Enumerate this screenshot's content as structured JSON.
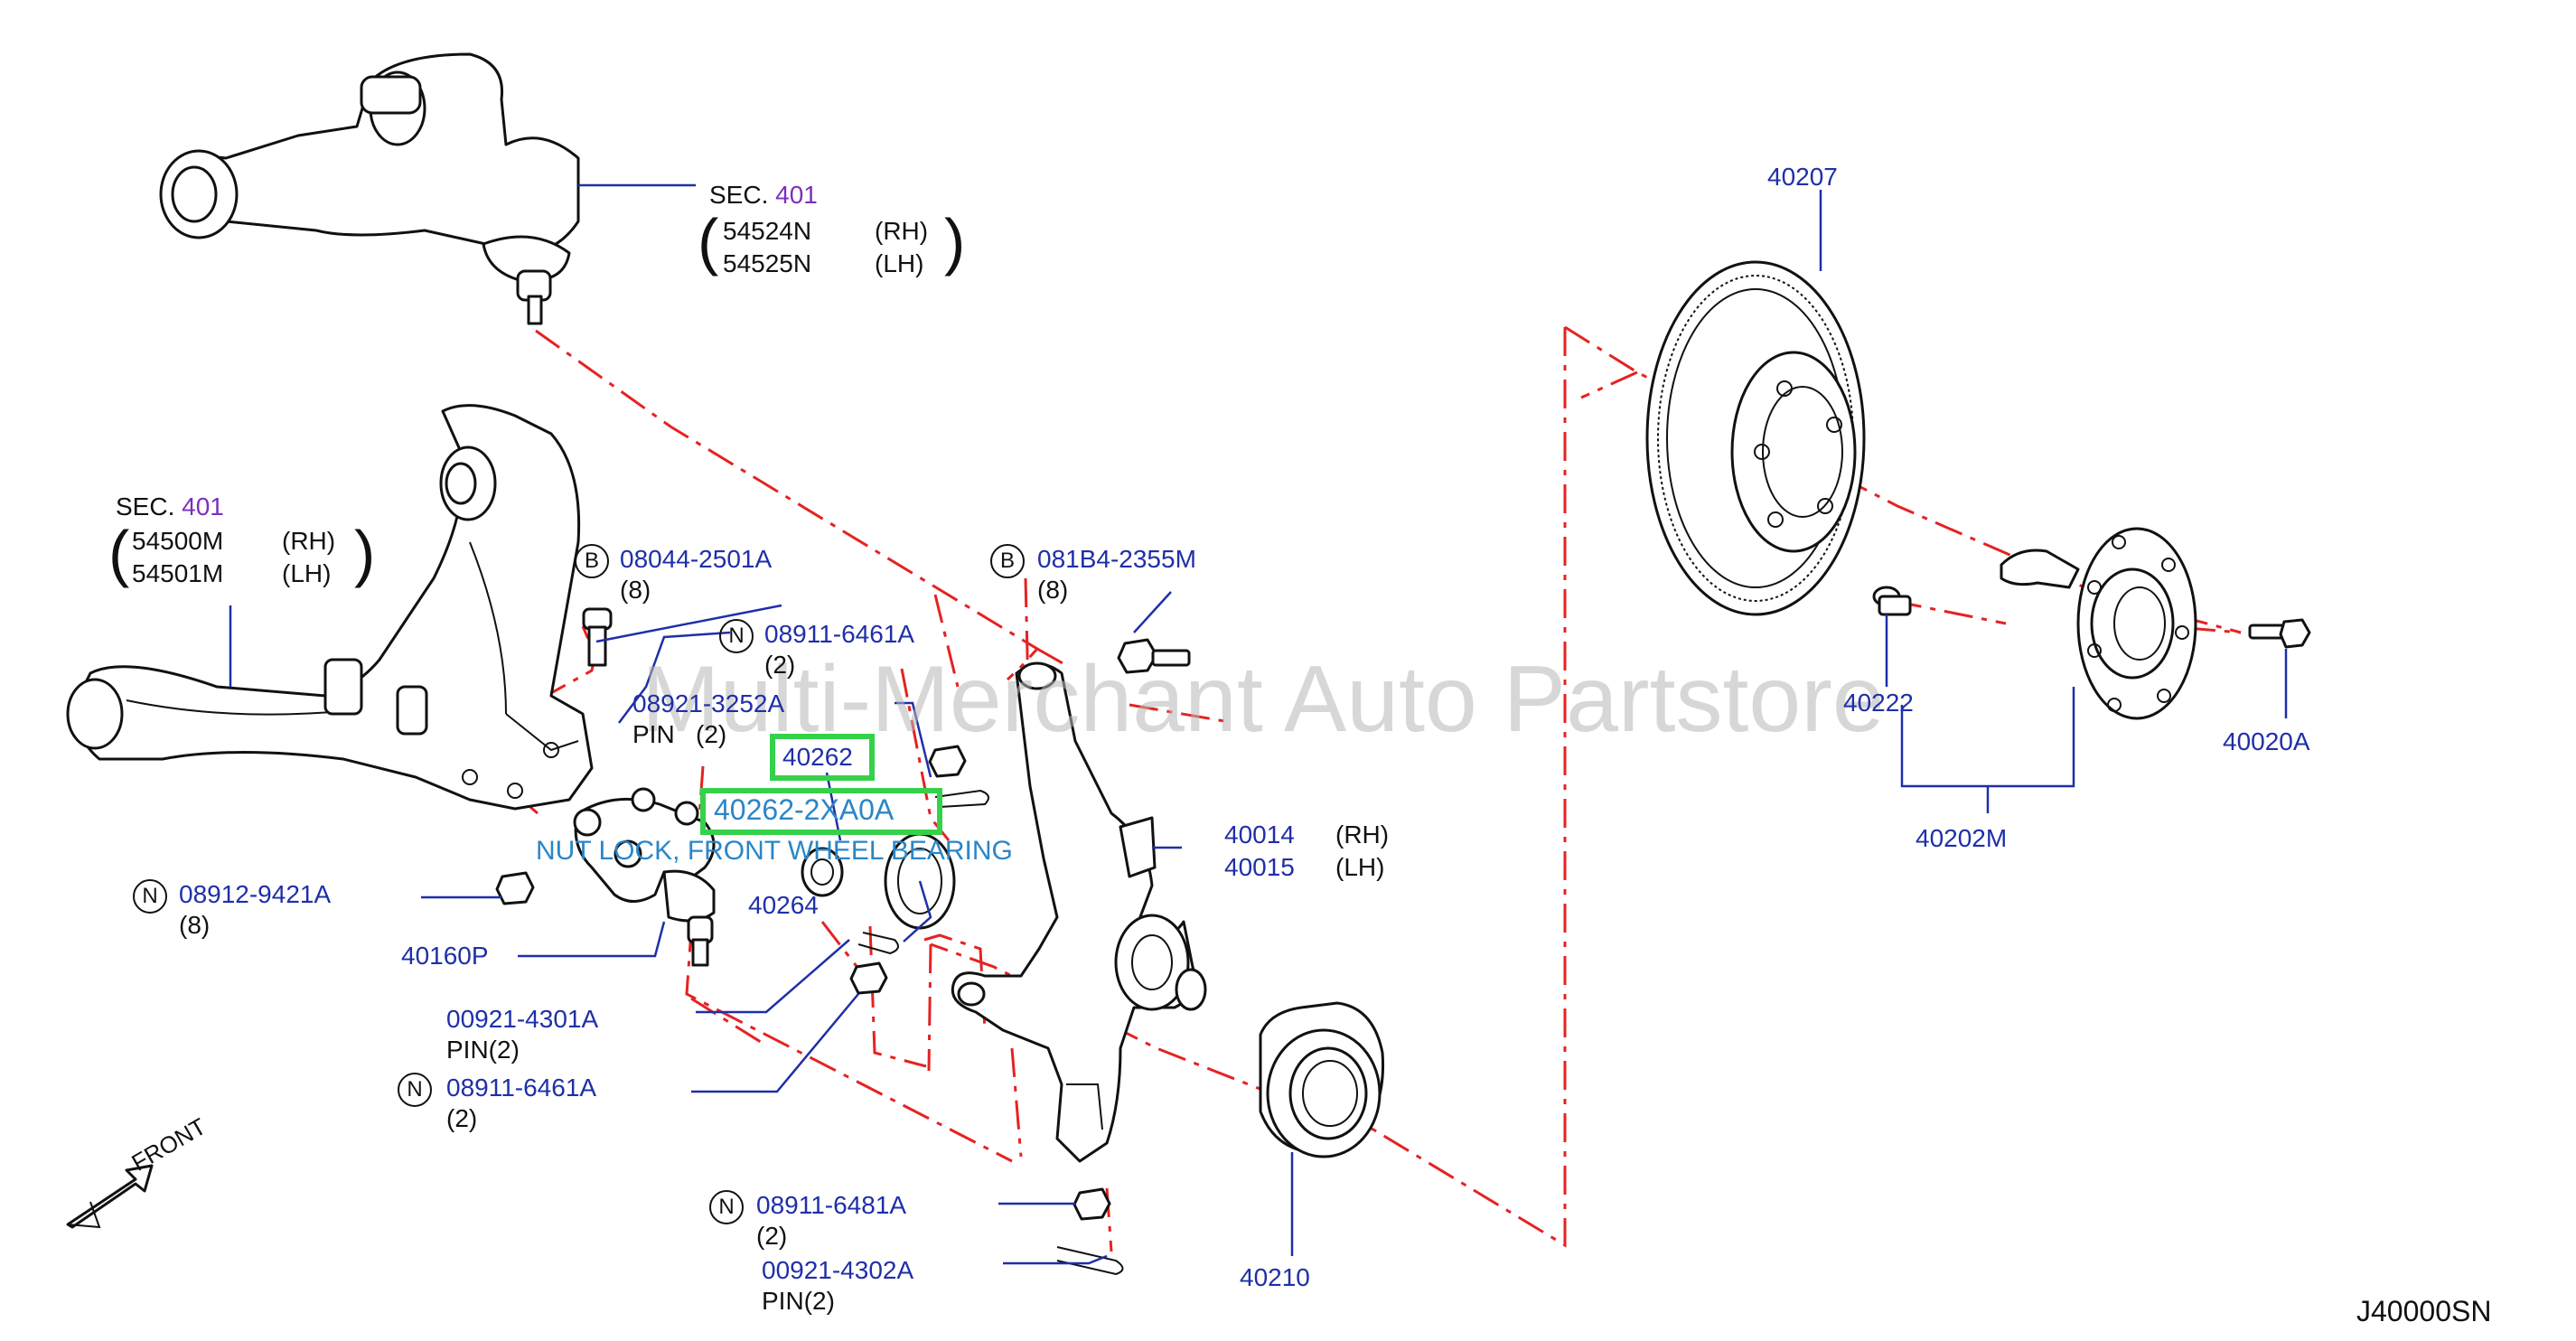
{
  "watermark": "Multi-Merchant Auto Partstore",
  "diagram_code": "J40000SN",
  "front_label": "FRONT",
  "upper_arm": {
    "sec": "SEC.",
    "sec_no": "401",
    "part_rh": "54524N",
    "part_lh": "54525N",
    "rh": "(RH)",
    "lh": "(LH)"
  },
  "lower_arm": {
    "sec": "SEC.",
    "sec_no": "401",
    "part_rh": "54500M",
    "part_lh": "54501M",
    "rh": "(RH)",
    "lh": "(LH)"
  },
  "knuckle": {
    "part_rh": "40014",
    "part_lh": "40015",
    "rh": "(RH)",
    "lh": "(LH)"
  },
  "bolt_lower_arm": {
    "marker": "B",
    "part": "08044-2501A",
    "qty": "(8)"
  },
  "bolt_knuckle": {
    "marker": "B",
    "part": "081B4-2355M",
    "qty": "(8)"
  },
  "nut_ball_joint_upper": {
    "marker": "N",
    "part": "08911-6461A",
    "qty": "(2)"
  },
  "pin_upper": {
    "part": "08921-3252A",
    "prefix": "PIN",
    "qty": "(2)"
  },
  "highlighted": {
    "part_a": "40262",
    "part_b": "40262-2XA0A",
    "callout": "NUT LOCK, FRONT WHEEL BEARING"
  },
  "seal": "40264",
  "nut_lower_arm": {
    "marker": "N",
    "part": "08912-9421A",
    "qty": "(8)"
  },
  "ball_joint": "40160P",
  "pin_lower": {
    "part": "00921-4301A",
    "note": "PIN(2)"
  },
  "nut_lower": {
    "marker": "N",
    "part": "08911-6461A",
    "qty": "(2)"
  },
  "nut_tie_rod": {
    "marker": "N",
    "part": "08911-6481A",
    "qty": "(2)"
  },
  "pin_tie_rod": {
    "part": "00921-4302A",
    "note": "PIN(2)"
  },
  "bearing": "40210",
  "rotor": "40207",
  "hub_bolt": "40222",
  "hub_assy": "40202M",
  "hub_lug": "40020A"
}
